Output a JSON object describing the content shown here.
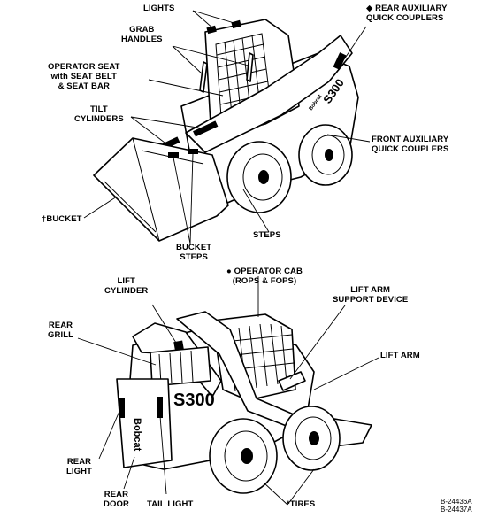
{
  "diagram": {
    "top_view_labels": {
      "lights": "LIGHTS",
      "rear_aux_couplers": "◆ REAR AUXILIARY\nQUICK COUPLERS",
      "grab_handles": "GRAB\nHANDLES",
      "operator_seat": "OPERATOR SEAT\nwith SEAT BELT\n& SEAT BAR",
      "tilt_cylinders": "TILT\nCYLINDERS",
      "front_aux_couplers": "FRONT AUXILIARY\nQUICK COUPLERS",
      "bucket": "†BUCKET",
      "steps": "STEPS",
      "bucket_steps": "BUCKET\nSTEPS"
    },
    "bottom_view_labels": {
      "operator_cab": "● OPERATOR CAB\n(ROPS & FOPS)",
      "lift_cylinder": "LIFT\nCYLINDER",
      "lift_arm_support": "LIFT ARM\nSUPPORT DEVICE",
      "rear_grill": "REAR\nGRILL",
      "lift_arm": "LIFT ARM",
      "rear_light": "REAR\nLIGHT",
      "rear_door": "REAR\nDOOR",
      "tail_light": "TAIL LIGHT",
      "tires": "*TIRES"
    },
    "machine_text": {
      "model_front": "S300",
      "brand_front": "Bobcat",
      "model_rear": "S300",
      "brand_rear": "Bobcat"
    },
    "figure_refs": "B-24436A\nB-24437A"
  }
}
